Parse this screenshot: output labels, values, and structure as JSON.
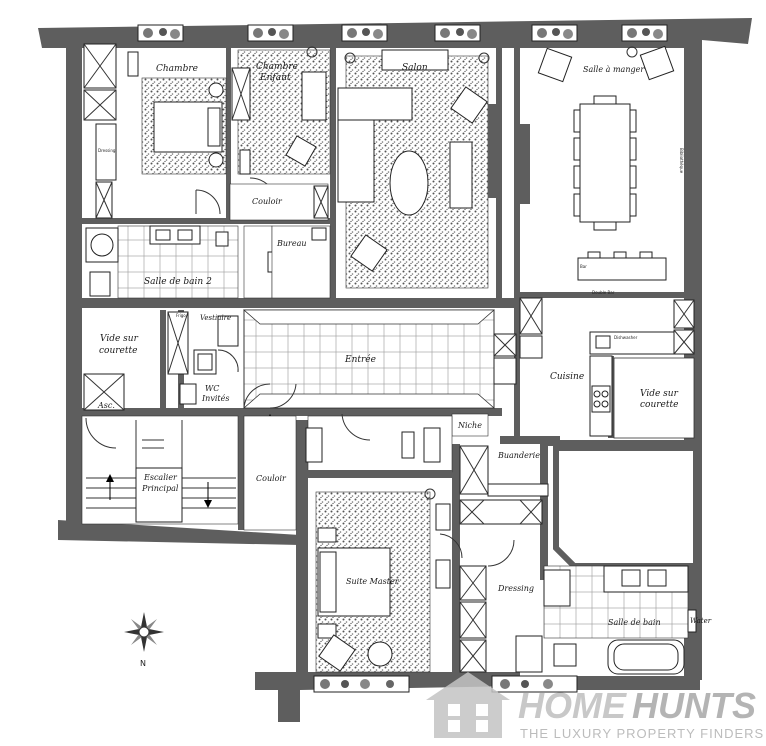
{
  "rooms": {
    "chambre": "Chambre",
    "chambre_enfant_1": "Chambre",
    "chambre_enfant_2": "Enfant",
    "salon": "Salon",
    "salle_a_manger": "Salle à manger",
    "couloir_top": "Couloir",
    "bureau": "Bureau",
    "salle_de_bain_2": "Salle de bain 2",
    "vide_sur_courette_1": "Vide sur",
    "vide_sur_courette_2": "courette",
    "vestiaire": "Vestiaire",
    "wc_invites_1": "WC",
    "wc_invites_2": "Invités",
    "entree": "Entrée",
    "cuisine": "Cuisine",
    "vide_sur_courette_b1": "Vide sur",
    "vide_sur_courette_b2": "courette",
    "asc": "Asc.",
    "niche": "Niche",
    "buanderie": "Buanderie",
    "escalier_1": "Escalier",
    "escalier_2": "Principal",
    "couloir_left": "Couloir",
    "suite_master": "Suite Master",
    "dressing": "Dressing",
    "salle_de_bain": "Salle de bain",
    "water": "Water"
  },
  "small_labels": {
    "dressing_small": "Dressing",
    "bibliotheque": "Bibliothèque",
    "sink_label": "Dishwasher",
    "frigo": "Frigo",
    "bar": "Bar",
    "double_bar": "Double Bar"
  },
  "brand": {
    "name_part1": "HOME",
    "name_part2": "HUNTS",
    "tagline": "THE LUXURY PROPERTY FINDERS"
  },
  "colors": {
    "wall": "#5e5e5e",
    "brand_gray": "#bdbdbd",
    "rug": "#cfcfcf"
  }
}
